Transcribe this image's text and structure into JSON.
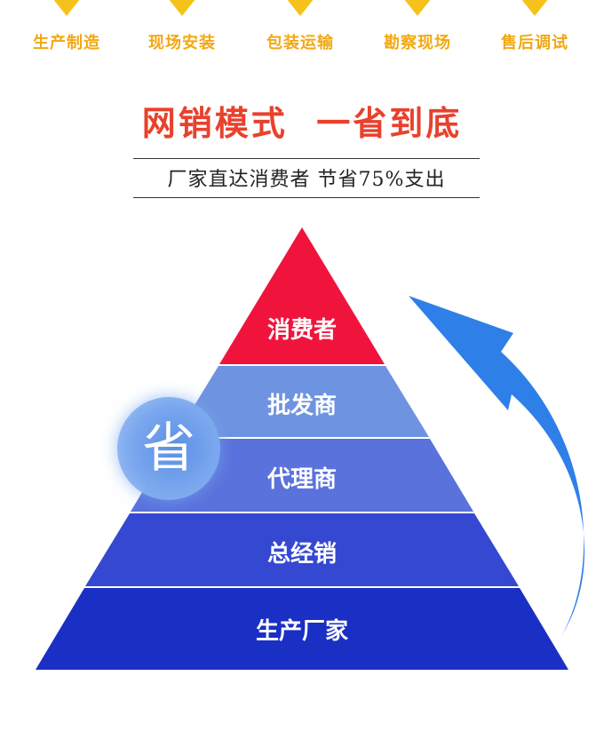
{
  "process_steps": [
    {
      "label": "生产制造"
    },
    {
      "label": "现场安装"
    },
    {
      "label": "包装运输"
    },
    {
      "label": "勘察现场"
    },
    {
      "label": "售后调试"
    }
  ],
  "headline": "网销模式  一省到底",
  "subtitle": "厂家直达消费者 节省75%支出",
  "pyramid": {
    "tiers": [
      {
        "label": "消费者",
        "color": "#f0143c"
      },
      {
        "label": "批发商",
        "color": "#6e93e0"
      },
      {
        "label": "代理商",
        "color": "#5a72dc"
      },
      {
        "label": "总经销",
        "color": "#3448d2"
      },
      {
        "label": "生产厂家",
        "color": "#1a2fc4"
      }
    ],
    "badge": "省"
  },
  "colors": {
    "step_accent": "#f2a813",
    "headline": "#e8412c",
    "arrow": "#2f7fe8"
  }
}
